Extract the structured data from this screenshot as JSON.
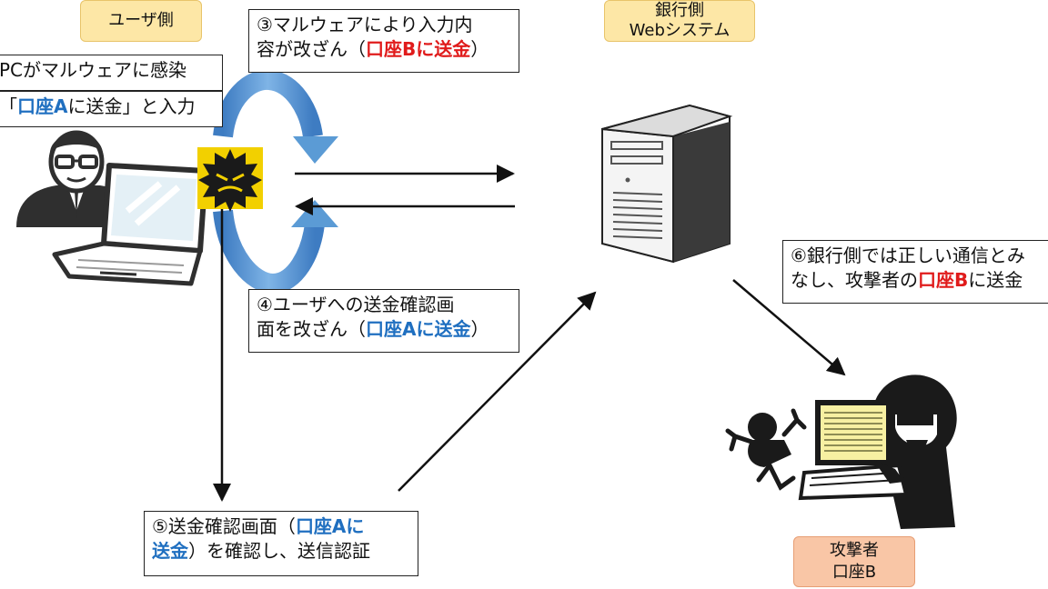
{
  "labels": {
    "user_side": "ユーザ側",
    "bank_side_line1": "銀行側",
    "bank_side_line2": "Webシステム",
    "attacker_line1": "攻撃者",
    "attacker_line2": "口座B"
  },
  "steps": {
    "s1_text": "PCがマルウェアに感染",
    "s2": {
      "q_open": "「",
      "hl": "口座A",
      "rest": "に送金」と入力"
    },
    "s3": {
      "line1": "③マルウェアにより入力内",
      "line2_pre": "容が改ざん（",
      "hl": "口座Bに送金",
      "close": "）"
    },
    "s4": {
      "line1": "④ユーザへの送金確認画",
      "line2_pre": "面を改ざん（",
      "hl": "口座Aに送金",
      "close": "）"
    },
    "s5": {
      "line1_pre": "⑤送金確認画面（",
      "hl1": "口座Aに",
      "hl2": "送金",
      "line2_rest": "）を確認し、送信認証"
    },
    "s6": {
      "line1": "⑥銀行側では正しい通信とみ",
      "line2_pre": "なし、攻撃者の",
      "hl": "口座B",
      "line2_rest": "に送金"
    }
  },
  "colors": {
    "tampered_red": "#e01b1b",
    "account_blue": "#1f6fc0",
    "label_orange": "#fde7a6",
    "label_salmon": "#f9c6a6",
    "loop_arrow_blue": "#5b9bd5"
  },
  "icons": [
    "user-icon",
    "laptop-icon",
    "malware-icon",
    "server-icon",
    "attacker-icon",
    "accomplice-icon"
  ]
}
